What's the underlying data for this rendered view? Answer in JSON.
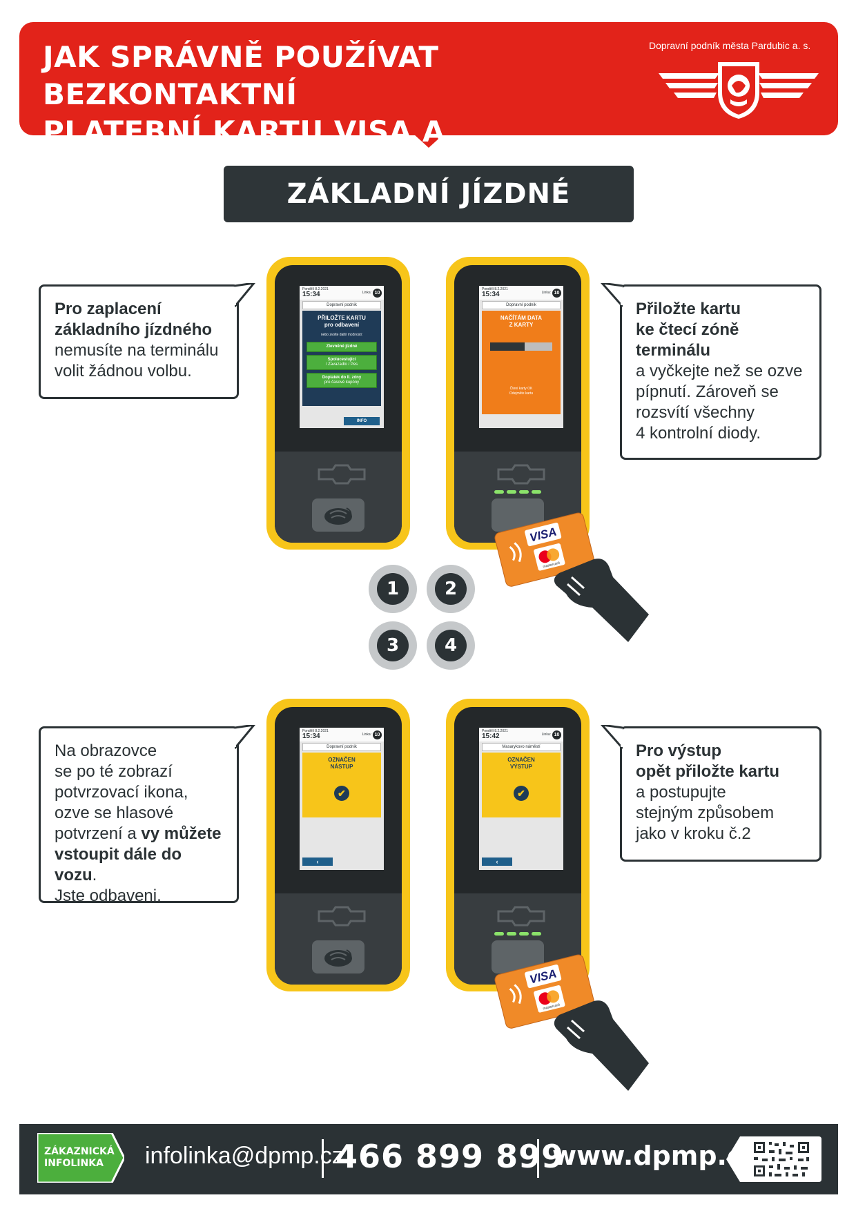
{
  "header": {
    "title_line1": "JAK SPRÁVNĚ POUŽÍVAT BEZKONTAKTNÍ",
    "title_line2": "PLATEBNÍ KARTU VISA A MASTERCARD",
    "company": "Dopravní podník města Pardubic a. s."
  },
  "section_title": "ZÁKLADNÍ JÍZDNÉ",
  "bubbles": {
    "b1": {
      "bold1": "Pro zaplacení",
      "bold2": "základního jízdného",
      "l3": "nemusíte na terminálu",
      "l4": "volit žádnou volbu."
    },
    "b2": {
      "bold1": "Přiložte kartu",
      "bold2": "ke čtecí zóně",
      "bold3": "terminálu",
      "l4": "a vyčkejte než se ozve",
      "l5": "pípnutí. Zároveň se",
      "l6": "rozsvítí všechny",
      "l7": "4 kontrolní diody."
    },
    "b3": {
      "l1": "Na obrazovce",
      "l2": "se po té zobrazí",
      "l3": "potvrzovací ikona,",
      "l4": "ozve se hlasové",
      "l5a": "potvrzení a ",
      "l5b": "vy můžete",
      "l6a": "vstoupit dále do vozu",
      "l6b": ".",
      "l7": "Jste odbaveni."
    },
    "b4": {
      "bold1": "Pro výstup",
      "bold2": "opět přiložte kartu",
      "l3": "a postupujte",
      "l4": "stejným způsobem",
      "l5": "jako v kroku č.2"
    }
  },
  "terminals": {
    "t1": {
      "date": "Pondělí 8.2.2021",
      "time": "15:34",
      "linka": "Linka:",
      "line_no": "10",
      "stop": "Dopravní podnik",
      "heading1": "PŘILOŽTE KARTU",
      "heading2": "pro odbavení",
      "sub": "nebo zvolte další možnosti:",
      "btn1": "Zlevněné jízdné",
      "btn2a": "Spolucestující",
      "btn2b": "/ Zavazadlo / Pes",
      "btn3a": "Doplatek do II. zóny",
      "btn3b": "pro časové kupóny",
      "info": "INFO"
    },
    "t2": {
      "date": "Pondělí 8.2.2021",
      "time": "15:34",
      "linka": "Linka:",
      "line_no": "10",
      "stop": "Dopravní podnik",
      "heading1": "NAČÍTÁM DATA",
      "heading2": "Z KARTY",
      "progress": 0.55,
      "ok1": "Čtení karty OK",
      "ok2": "Odejměte kartu"
    },
    "t3": {
      "date": "Pondělí 8.2.2021",
      "time": "15:34",
      "linka": "Linka:",
      "line_no": "10",
      "stop": "Dopravní podnik",
      "heading1": "OZNAČEN",
      "heading2": "NÁSTUP",
      "back": "‹"
    },
    "t4": {
      "date": "Pondělí 8.2.2021",
      "time": "15:42",
      "linka": "Linka:",
      "line_no": "10",
      "stop": "Masarykovo náměstí",
      "heading1": "OZNAČEN",
      "heading2": "VÝSTUP",
      "back": "‹"
    }
  },
  "card": {
    "brand": "VISA",
    "second_brand": "mastercard"
  },
  "steps": [
    "1",
    "2",
    "3",
    "4"
  ],
  "footer": {
    "badge_line1": "ZÁKAZNICKÁ",
    "badge_line2": "INFOLINKA",
    "email": "infolinka@dpmp.cz",
    "phone": "466 899 899",
    "web": "www.dpmp.cz"
  },
  "colors": {
    "brand_red": "#e2231a",
    "dark": "#2b3235",
    "terminal_yellow": "#f7c51a",
    "card_orange": "#f08a28",
    "infolinka_green": "#4caf3d"
  }
}
